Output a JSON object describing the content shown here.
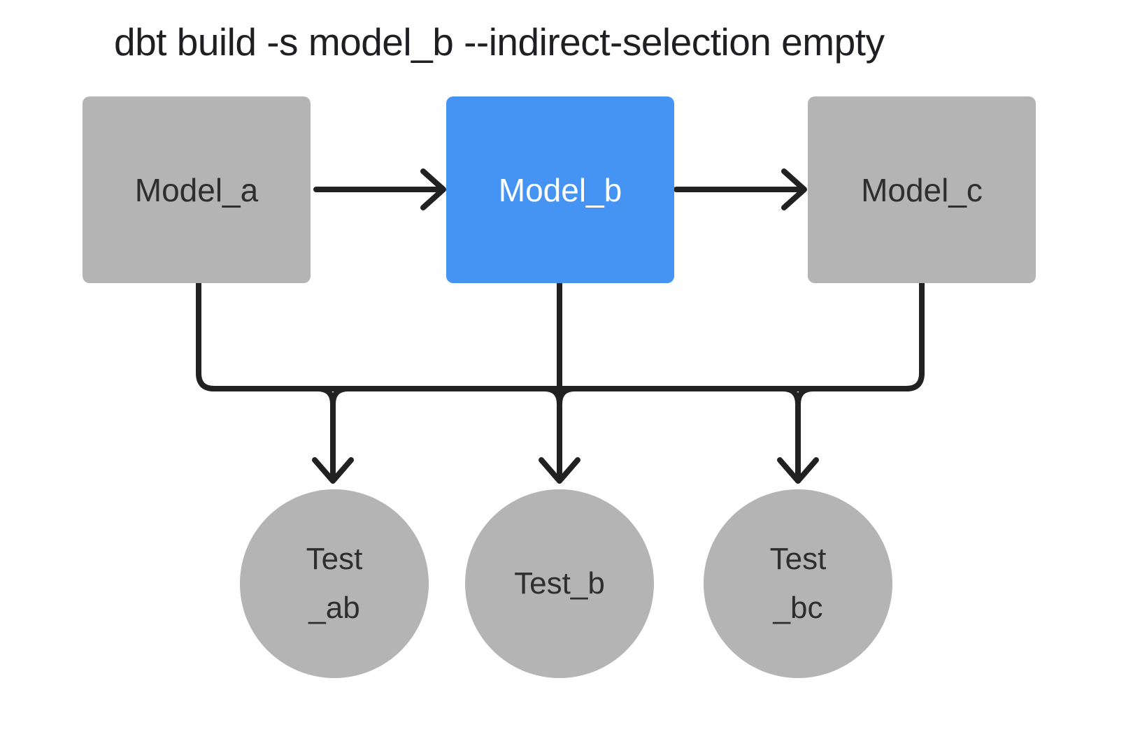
{
  "title": "dbt build -s model_b --indirect-selection empty",
  "colors": {
    "background": "#ffffff",
    "title_text": "#1f1f23",
    "model_default": "#b4b4b4",
    "model_selected": "#4594f4",
    "test_fill": "#b4b4b4",
    "text_dark": "#2e2e2e",
    "text_light": "#ffffff",
    "edge": "#212121"
  },
  "diagram": {
    "models": [
      {
        "id": "model_a",
        "label": "Model_a",
        "selected": false
      },
      {
        "id": "model_b",
        "label": "Model_b",
        "selected": true
      },
      {
        "id": "model_c",
        "label": "Model_c",
        "selected": false
      }
    ],
    "tests": [
      {
        "id": "test_ab",
        "line1": "Test",
        "line2": "_ab"
      },
      {
        "id": "test_b",
        "line1": "Test_b",
        "line2": ""
      },
      {
        "id": "test_bc",
        "line1": "Test",
        "line2": "_bc"
      }
    ],
    "edges": [
      {
        "from": "model_a",
        "to": "model_b"
      },
      {
        "from": "model_b",
        "to": "model_c"
      },
      {
        "from": "model_a",
        "to": "test_ab"
      },
      {
        "from": "model_b",
        "to": "test_ab"
      },
      {
        "from": "model_b",
        "to": "test_b"
      },
      {
        "from": "model_b",
        "to": "test_bc"
      },
      {
        "from": "model_c",
        "to": "test_bc"
      }
    ]
  }
}
